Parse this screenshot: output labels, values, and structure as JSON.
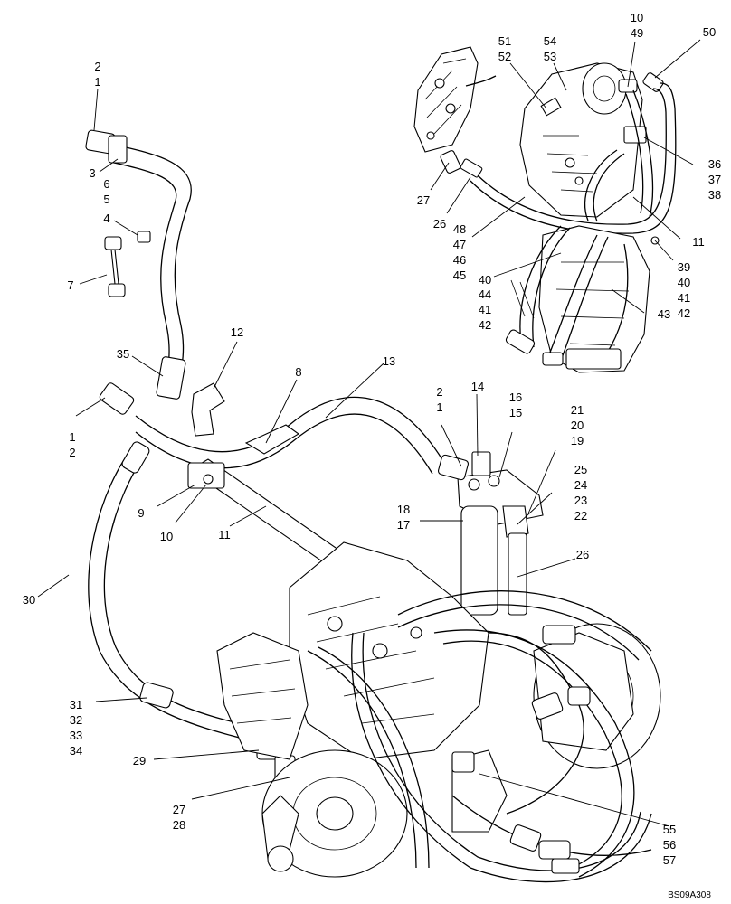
{
  "reference_code": "BS09A308",
  "callouts": [
    {
      "id": "c-1-2-top",
      "lines": [
        "2",
        "1"
      ]
    },
    {
      "id": "c-3",
      "lines": [
        "3"
      ]
    },
    {
      "id": "c-6-5",
      "lines": [
        "6",
        "5"
      ]
    },
    {
      "id": "c-4",
      "lines": [
        "4"
      ]
    },
    {
      "id": "c-7",
      "lines": [
        "7"
      ]
    },
    {
      "id": "c-12",
      "lines": [
        "12"
      ]
    },
    {
      "id": "c-35",
      "lines": [
        "35"
      ]
    },
    {
      "id": "c-8",
      "lines": [
        "8"
      ]
    },
    {
      "id": "c-13",
      "lines": [
        "13"
      ]
    },
    {
      "id": "c-1-2-left",
      "lines": [
        "1",
        "2"
      ]
    },
    {
      "id": "c-2-1-mid",
      "lines": [
        "2",
        "1"
      ]
    },
    {
      "id": "c-14",
      "lines": [
        "14"
      ]
    },
    {
      "id": "c-16-15",
      "lines": [
        "16",
        "15"
      ]
    },
    {
      "id": "c-21-20-19",
      "lines": [
        "21",
        "20",
        "19"
      ]
    },
    {
      "id": "c-25-24-23-22",
      "lines": [
        "25",
        "24",
        "23",
        "22"
      ]
    },
    {
      "id": "c-18-17",
      "lines": [
        "18",
        "17"
      ]
    },
    {
      "id": "c-9",
      "lines": [
        "9"
      ]
    },
    {
      "id": "c-10-left",
      "lines": [
        "10"
      ]
    },
    {
      "id": "c-11-mid",
      "lines": [
        "11"
      ]
    },
    {
      "id": "c-26-mid",
      "lines": [
        "26"
      ]
    },
    {
      "id": "c-30",
      "lines": [
        "30"
      ]
    },
    {
      "id": "c-31-34",
      "lines": [
        "31",
        "32",
        "33",
        "34"
      ]
    },
    {
      "id": "c-29",
      "lines": [
        "29"
      ]
    },
    {
      "id": "c-27-28",
      "lines": [
        "27",
        "28"
      ]
    },
    {
      "id": "c-55-57",
      "lines": [
        "55",
        "56",
        "57"
      ]
    },
    {
      "id": "c-51-52",
      "lines": [
        "51",
        "52"
      ]
    },
    {
      "id": "c-54-53",
      "lines": [
        "54",
        "53"
      ]
    },
    {
      "id": "c-10-49",
      "lines": [
        "10",
        "49"
      ]
    },
    {
      "id": "c-50",
      "lines": [
        "50"
      ]
    },
    {
      "id": "c-36-38",
      "lines": [
        "36",
        "37",
        "38"
      ]
    },
    {
      "id": "c-27-inset",
      "lines": [
        "27"
      ]
    },
    {
      "id": "c-26-inset",
      "lines": [
        "26"
      ]
    },
    {
      "id": "c-48-45",
      "lines": [
        "48",
        "47",
        "46",
        "45"
      ]
    },
    {
      "id": "c-11-inset",
      "lines": [
        "11"
      ]
    },
    {
      "id": "c-39-42",
      "lines": [
        "39",
        "40",
        "41",
        "42"
      ]
    },
    {
      "id": "c-40-inset",
      "lines": [
        "40"
      ]
    },
    {
      "id": "c-44-42",
      "lines": [
        "44",
        "41",
        "42"
      ]
    },
    {
      "id": "c-43",
      "lines": [
        "43"
      ]
    }
  ]
}
